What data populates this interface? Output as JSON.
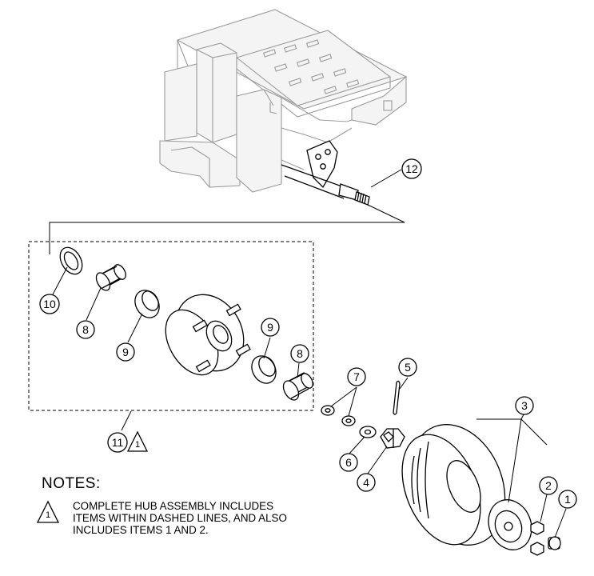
{
  "callouts": [
    {
      "id": "1",
      "label": "1"
    },
    {
      "id": "2",
      "label": "2"
    },
    {
      "id": "3",
      "label": "3"
    },
    {
      "id": "4",
      "label": "4"
    },
    {
      "id": "5",
      "label": "5"
    },
    {
      "id": "6",
      "label": "6"
    },
    {
      "id": "7",
      "label": "7"
    },
    {
      "id": "8a",
      "label": "8"
    },
    {
      "id": "8b",
      "label": "8"
    },
    {
      "id": "9a",
      "label": "9"
    },
    {
      "id": "9b",
      "label": "9"
    },
    {
      "id": "10",
      "label": "10"
    },
    {
      "id": "11",
      "label": "11"
    },
    {
      "id": "12",
      "label": "12"
    }
  ],
  "callout_11_flag": "1",
  "notes": {
    "title": "NOTES:",
    "note_1_flag": "1",
    "note_1_lines": [
      "COMPLETE HUB ASSEMBLY INCLUDES",
      "ITEMS WITHIN DASHED LINES, AND ALSO",
      "INCLUDES ITEMS 1 AND 2."
    ]
  }
}
